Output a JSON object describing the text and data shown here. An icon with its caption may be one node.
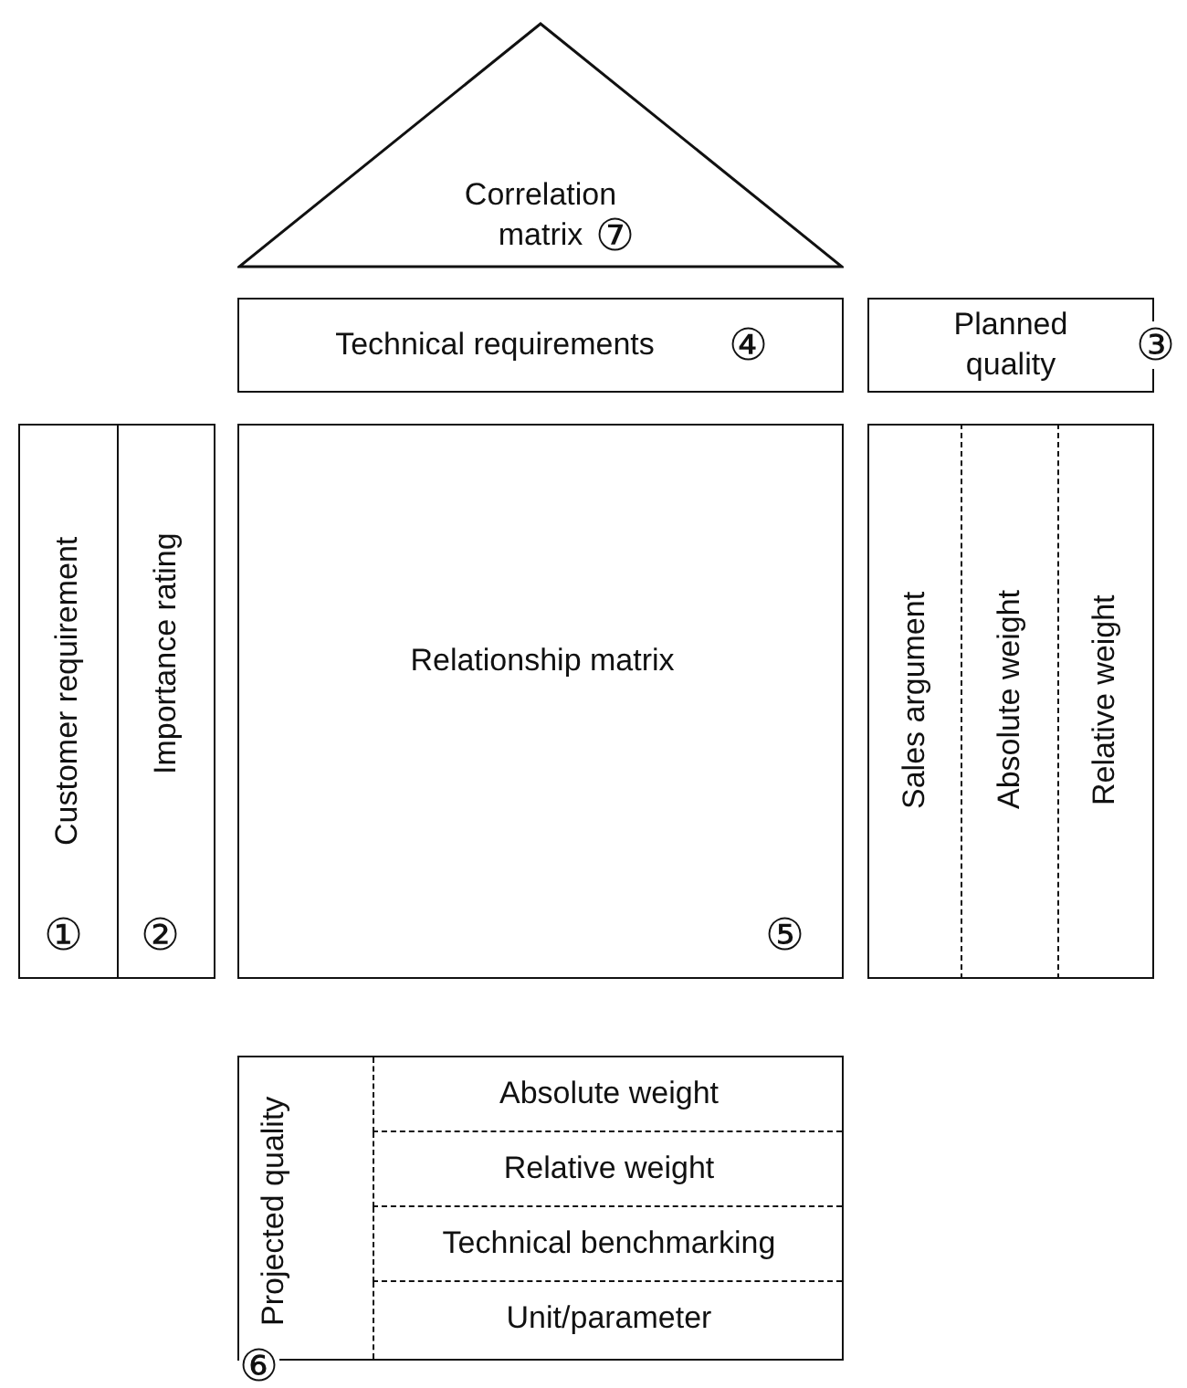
{
  "diagram": {
    "nodes": [
      {
        "text": [
          "Correlation matrix",
          "⑦"
        ]
      },
      {
        "text": [
          "Technical requirements",
          "④"
        ]
      },
      {
        "text": [
          "Planned quality",
          "③"
        ]
      },
      {
        "text": [
          "Customer requirement",
          "①"
        ]
      },
      {
        "text": [
          "Importance rating",
          "②"
        ]
      },
      {
        "text": [
          "Relationship matrix",
          "⑤"
        ]
      },
      {
        "text": [
          "Sales argument"
        ]
      },
      {
        "text": [
          "Absolute weight"
        ]
      },
      {
        "text": [
          "Relative weight"
        ]
      },
      {
        "text": [
          "Projected quality",
          "⑥"
        ]
      },
      {
        "text": [
          "Absolute weight"
        ],
        "in": 9
      },
      {
        "text": [
          "Relative weight"
        ],
        "in": 9
      },
      {
        "text": [
          "Technical benchmarking"
        ],
        "in": 9
      },
      {
        "text": [
          "Unit/parameter"
        ],
        "in": 9
      }
    ]
  }
}
